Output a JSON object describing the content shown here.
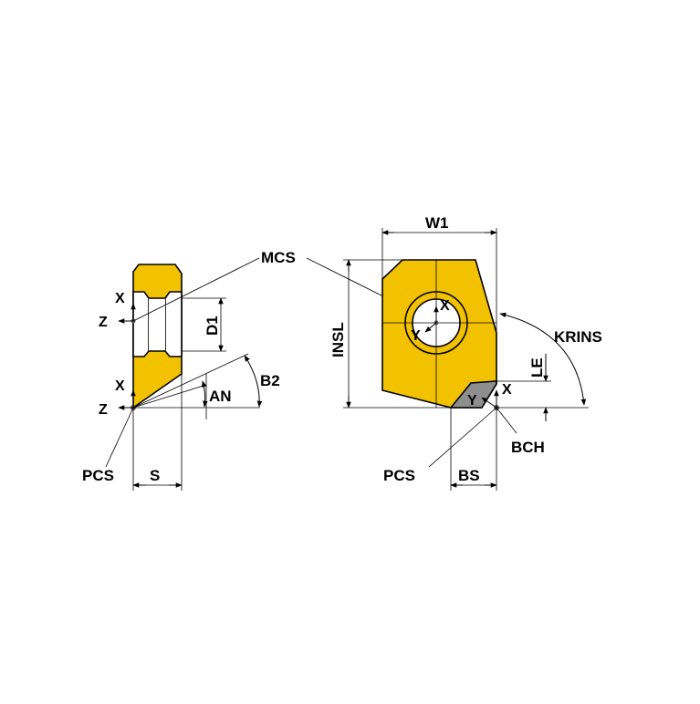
{
  "colors": {
    "insert_fill": "#F2C200",
    "cutting_corner": "#8E8E8E",
    "bore": "#FFFFFF",
    "line": "#000000",
    "background": "#FFFFFF"
  },
  "labels": {
    "mcs": "MCS",
    "pcs_left": "PCS",
    "pcs_right": "PCS",
    "s": "S",
    "d1": "D1",
    "an": "AN",
    "b2": "B2",
    "w1": "W1",
    "insl": "INSL",
    "krins": "KRINS",
    "le": "LE",
    "bch": "BCH",
    "bs": "BS"
  },
  "axes": {
    "left_mcs_x": "X",
    "left_mcs_z": "Z",
    "left_pcs_x": "X",
    "left_pcs_z": "Z",
    "right_mcs_x": "X",
    "right_mcs_y": "Y",
    "right_pcs_x": "X",
    "right_pcs_y": "Y"
  }
}
